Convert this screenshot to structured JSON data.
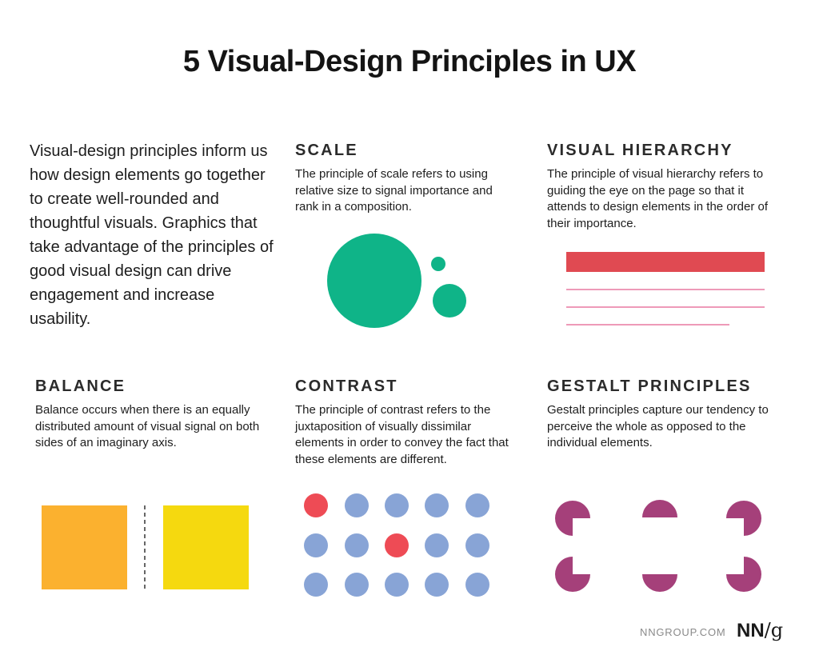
{
  "title": "5 Visual-Design Principles in UX",
  "intro": "Visual-design principles inform us how design elements go together to create well-rounded and thoughtful visuals. Graphics that take advantage of the principles of good visual design can drive engagement and increase usability.",
  "sections": {
    "scale": {
      "heading": "SCALE",
      "description": "The principle of scale refers to using relative size to signal importance and rank in a composition."
    },
    "hierarchy": {
      "heading": "VISUAL HIERARCHY",
      "description": "The principle of visual hierarchy refers to guiding the eye on the page so that it attends to design elements in the order of their importance."
    },
    "balance": {
      "heading": "BALANCE",
      "description": "Balance occurs when there is an equally distributed amount of visual signal on both sides of an imaginary axis."
    },
    "contrast": {
      "heading": "CONTRAST",
      "description": "The principle of contrast refers to the juxtaposition of visually dissimilar elements in order to convey the fact that these elements are different."
    },
    "gestalt": {
      "heading": "GESTALT PRINCIPLES",
      "description": "Gestalt principles capture our tendency to perceive the whole as opposed to the individual elements."
    }
  },
  "footer": {
    "url": "NNGROUP.COM",
    "logo_main": "NN",
    "logo_slash": "/g"
  },
  "colors": {
    "scale_green": "#0fb488",
    "hierarchy_red": "#e04a52",
    "hierarchy_pink": "#ee9ab8",
    "balance_orange": "#fbb12f",
    "balance_yellow": "#f5d90f",
    "contrast_blue": "#88a4d6",
    "contrast_red": "#ee4b55",
    "gestalt_purple": "#a5407a"
  }
}
